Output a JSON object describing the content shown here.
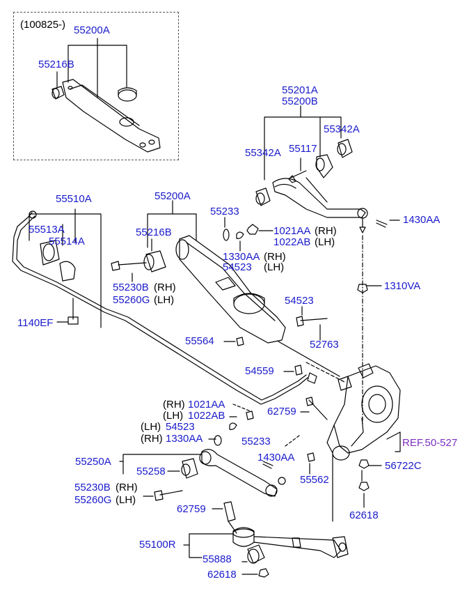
{
  "inset": {
    "date_code": "(100825-)",
    "p55200A": "55200A",
    "p55216B": "55216B"
  },
  "upper_arm": {
    "p55201A": "55201A",
    "p55200B": "55200B",
    "p55342A_right": "55342A",
    "p55342A_left": "55342A",
    "p55117": "55117",
    "p1430AA": "1430AA",
    "p1021AA": "1021AA",
    "rh": "(RH)",
    "p1022AB": "1022AB",
    "lh": "(LH)",
    "p1330AA": "1330AA",
    "p54523": "54523",
    "p55233": "55233",
    "p1310VA": "1310VA"
  },
  "stabilizer": {
    "p55510A": "55510A",
    "p55513A": "55513A",
    "p55514A": "55514A",
    "p1140EF": "1140EF"
  },
  "lower_arm": {
    "p55200A": "55200A",
    "p55216B": "55216B",
    "p55230B": "55230B",
    "p55260G": "55260G",
    "rh": "(RH)",
    "lh": "(LH)",
    "p54523": "54523",
    "p52763": "52763",
    "p55564": "55564",
    "p54559": "54559"
  },
  "trailing_link": {
    "rh": "(RH)",
    "p1021AA": "1021AA",
    "lh": "(LH)",
    "p1022AB": "1022AB",
    "lh2": "(LH)",
    "p54523": "54523",
    "rh2": "(RH)",
    "p1330AA": "1330AA",
    "p55233": "55233",
    "p62759": "62759",
    "p55250A": "55250A",
    "p55258": "55258",
    "p55230B": "55230B",
    "rh3": "(RH)",
    "p55260G": "55260G",
    "lh3": "(LH)",
    "p1430AA": "1430AA",
    "p55562": "55562",
    "p62759b": "62759"
  },
  "knuckle": {
    "ref": "REF.50-527",
    "p56722C": "56722C",
    "p62618": "62618"
  },
  "assist_arm": {
    "p55100R": "55100R",
    "p55888": "55888",
    "p62618": "62618"
  },
  "colors": {
    "part_number": "#1a1acc",
    "reference": "#7b2fbe",
    "line": "#000000"
  }
}
